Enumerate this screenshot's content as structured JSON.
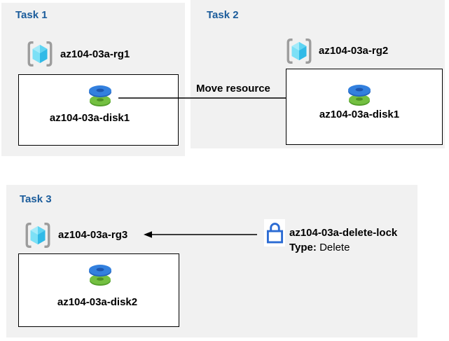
{
  "tasks": [
    {
      "title": "Task 1",
      "resource_group": "az104-03a-rg1",
      "disk": "az104-03a-disk1"
    },
    {
      "title": "Task 2",
      "resource_group": "az104-03a-rg2",
      "disk": "az104-03a-disk1"
    },
    {
      "title": "Task 3",
      "resource_group": "az104-03a-rg3",
      "disk": "az104-03a-disk2"
    }
  ],
  "move_arrow": {
    "label": "Move resource"
  },
  "lock": {
    "name": "az104-03a-delete-lock",
    "type_label": "Type:",
    "type_value": "Delete"
  },
  "icons": {
    "resource_group": "resource-group-icon",
    "disk": "managed-disk-icon",
    "lock": "lock-icon",
    "move_arrow": "arrow-right-icon",
    "lock_arrow": "arrow-left-icon"
  },
  "colors": {
    "panel_bg": "#f1f1f1",
    "title_blue": "#1b5c9b",
    "text_black": "#000000",
    "box_border": "#000000",
    "arrow_black": "#000000",
    "lock_blue": "#2b6bd3",
    "disk_blue_top": "#3380de",
    "disk_blue_side": "#2565c0",
    "disk_blue_hole": "#1d55ae",
    "disk_green_top": "#74c041",
    "disk_green_side": "#55a02d",
    "disk_green_hole": "#4e8f26",
    "cube_top_left": "#a5ebfa",
    "cube_top_right": "#5fd4f2",
    "cube_left": "#7ce0f6",
    "cube_right": "#31bae7",
    "bracket_gray": "#9c9c9c"
  }
}
